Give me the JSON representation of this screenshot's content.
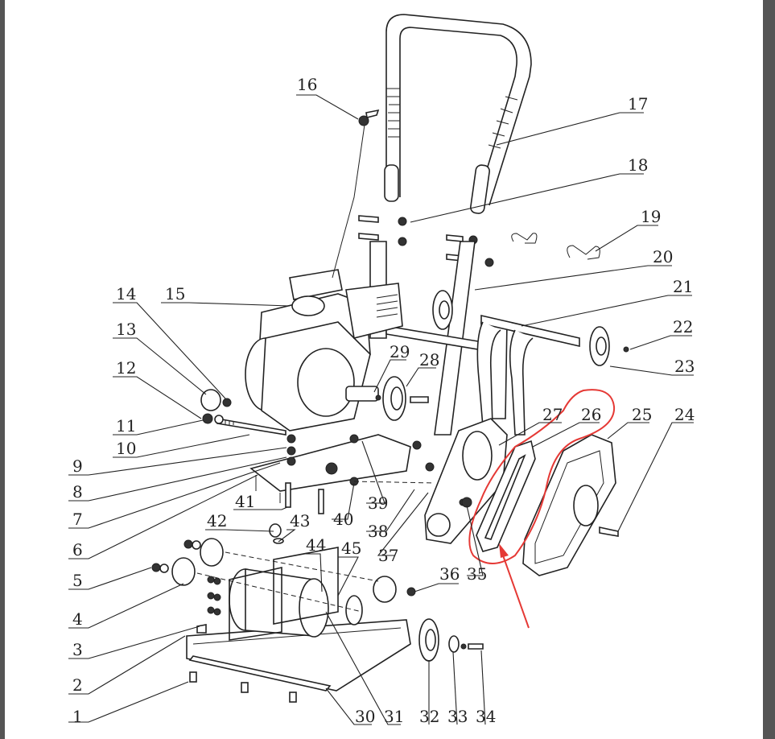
{
  "diagram": {
    "callouts": [
      {
        "id": "1",
        "label": "1"
      },
      {
        "id": "2",
        "label": "2"
      },
      {
        "id": "3",
        "label": "3"
      },
      {
        "id": "4",
        "label": "4"
      },
      {
        "id": "5",
        "label": "5"
      },
      {
        "id": "6",
        "label": "6"
      },
      {
        "id": "7",
        "label": "7"
      },
      {
        "id": "8",
        "label": "8"
      },
      {
        "id": "9",
        "label": "9"
      },
      {
        "id": "10",
        "label": "10"
      },
      {
        "id": "11",
        "label": "11"
      },
      {
        "id": "12",
        "label": "12"
      },
      {
        "id": "13",
        "label": "13"
      },
      {
        "id": "14",
        "label": "14"
      },
      {
        "id": "15",
        "label": "15"
      },
      {
        "id": "16",
        "label": "16"
      },
      {
        "id": "17",
        "label": "17"
      },
      {
        "id": "18",
        "label": "18"
      },
      {
        "id": "19",
        "label": "19"
      },
      {
        "id": "20",
        "label": "20"
      },
      {
        "id": "21",
        "label": "21"
      },
      {
        "id": "22",
        "label": "22"
      },
      {
        "id": "23",
        "label": "23"
      },
      {
        "id": "24",
        "label": "24"
      },
      {
        "id": "25",
        "label": "25"
      },
      {
        "id": "26",
        "label": "26"
      },
      {
        "id": "27",
        "label": "27"
      },
      {
        "id": "28",
        "label": "28"
      },
      {
        "id": "29",
        "label": "29"
      },
      {
        "id": "30",
        "label": "30"
      },
      {
        "id": "31",
        "label": "31"
      },
      {
        "id": "32",
        "label": "32"
      },
      {
        "id": "33",
        "label": "33"
      },
      {
        "id": "34",
        "label": "34"
      },
      {
        "id": "35",
        "label": "35"
      },
      {
        "id": "36",
        "label": "36"
      },
      {
        "id": "37",
        "label": "37"
      },
      {
        "id": "38",
        "label": "38"
      },
      {
        "id": "39",
        "label": "39"
      },
      {
        "id": "40",
        "label": "40"
      },
      {
        "id": "41",
        "label": "41"
      },
      {
        "id": "42",
        "label": "42"
      },
      {
        "id": "43",
        "label": "43"
      },
      {
        "id": "44",
        "label": "44"
      },
      {
        "id": "45",
        "label": "45"
      }
    ],
    "highlight": {
      "color": "#e53935",
      "target": "26"
    }
  }
}
